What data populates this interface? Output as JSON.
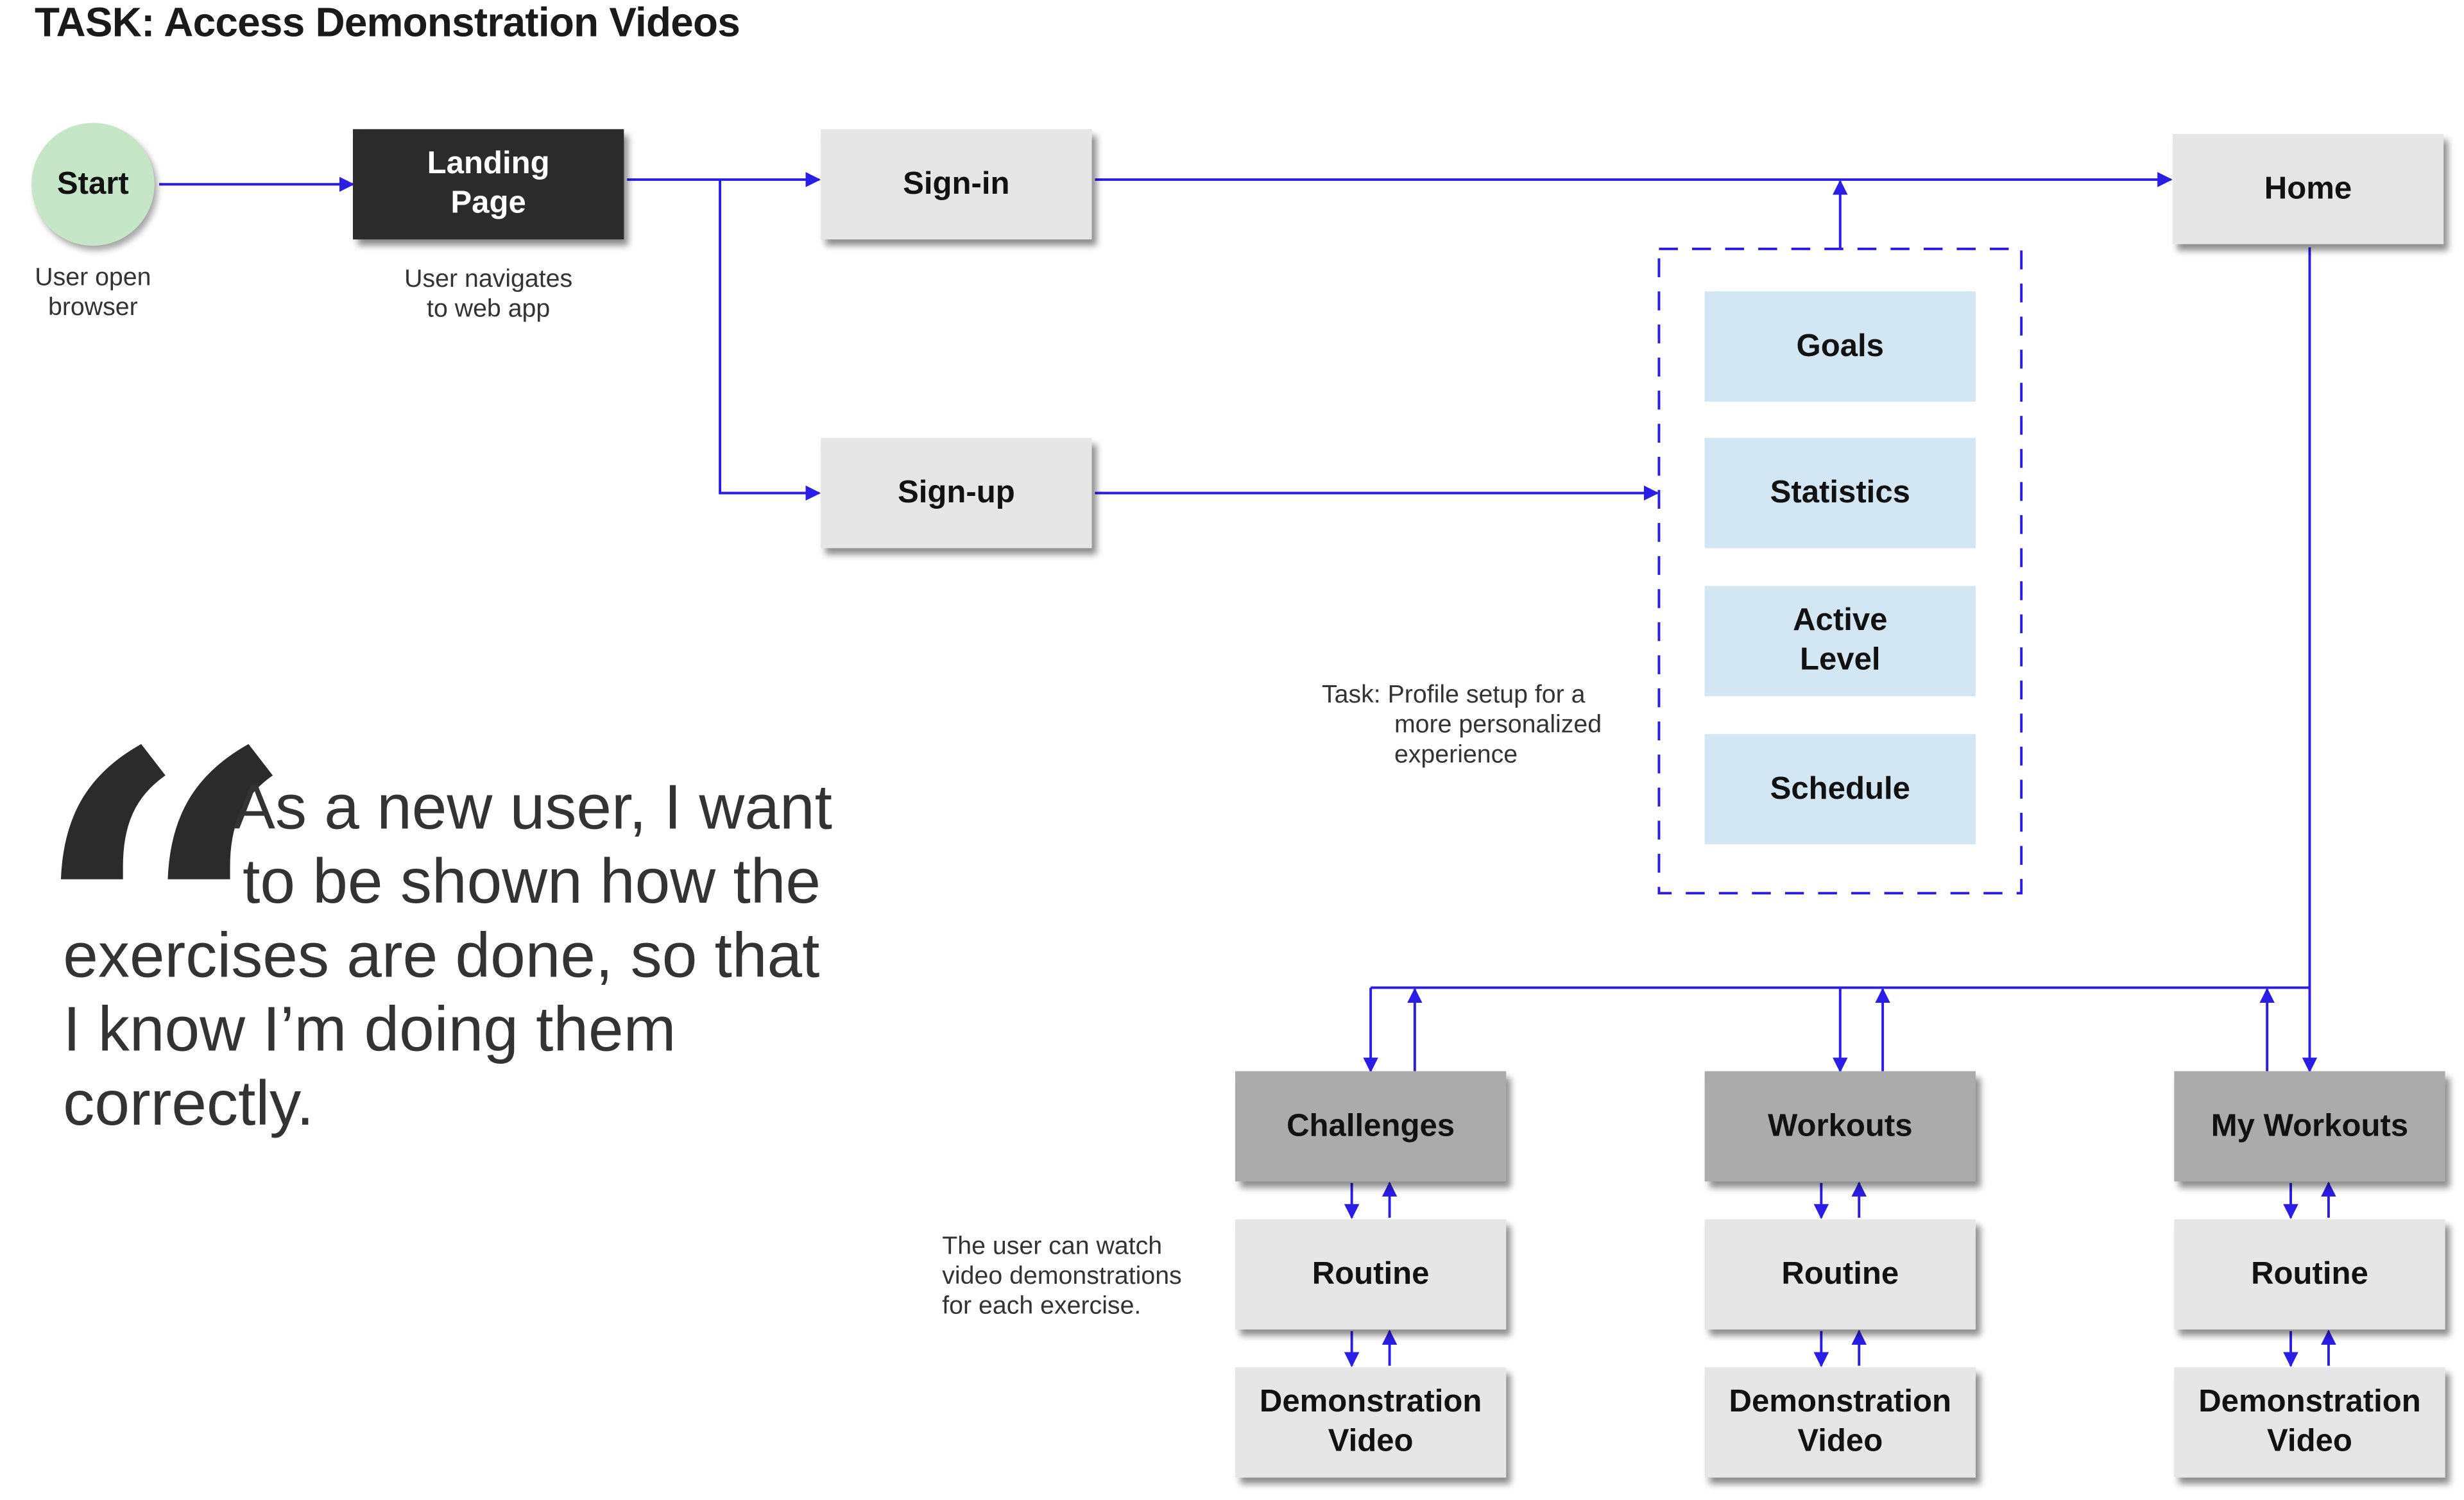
{
  "title": "TASK: Access Demonstration Videos",
  "colors": {
    "connector": "#2a1ee6",
    "start_fill": "#c6e6c8",
    "dark_node": "#2b2b2b",
    "light_node": "#e6e6e6",
    "mid_node": "#ababab",
    "profile_node": "#d3e6f3"
  },
  "nodes": {
    "start": "Start",
    "landing_page": "Landing\nPage",
    "sign_in": "Sign-in",
    "sign_up": "Sign-up",
    "home": "Home",
    "goals": "Goals",
    "statistics": "Statistics",
    "active_level": "Active\nLevel",
    "schedule": "Schedule",
    "challenges": "Challenges",
    "workouts": "Workouts",
    "my_workouts": "My Workouts",
    "routine_1": "Routine",
    "routine_2": "Routine",
    "routine_3": "Routine",
    "demo_video_1": "Demonstration\nVideo",
    "demo_video_2": "Demonstration\nVideo",
    "demo_video_3": "Demonstration\nVideo"
  },
  "captions": {
    "start": "User open\nbrowser",
    "landing": "User navigates\nto web app",
    "profile_task_line1": "Task: Profile setup for a",
    "profile_task_line2": "more personalized",
    "profile_task_line3": "experience",
    "watch": "The user can watch\nvideo demonstrations\nfor each exercise."
  },
  "user_story": {
    "mark": "“",
    "lines": [
      "As a new user, I want",
      "to be shown how the",
      "exercises are done, so that",
      "I know I’m doing them",
      "correctly."
    ]
  }
}
